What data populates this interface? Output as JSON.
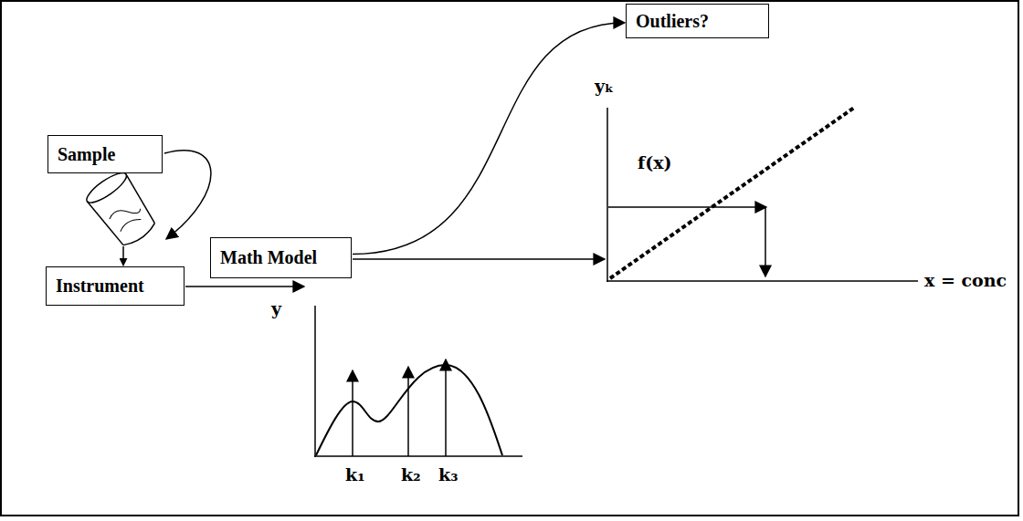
{
  "diagram": {
    "nodes": [
      {
        "text": [
          "Outliers?"
        ]
      },
      {
        "text": [
          "Sample"
        ]
      },
      {
        "text": [
          "Math Model"
        ]
      },
      {
        "text": [
          "Instrument"
        ]
      }
    ],
    "edges": [
      {
        "from": 2,
        "to": 0,
        "arrow": "to"
      }
    ],
    "labels": [
      "yₖ",
      "f(x)",
      "x = conc",
      "y",
      "k₁",
      "k₂",
      "k₃"
    ]
  }
}
